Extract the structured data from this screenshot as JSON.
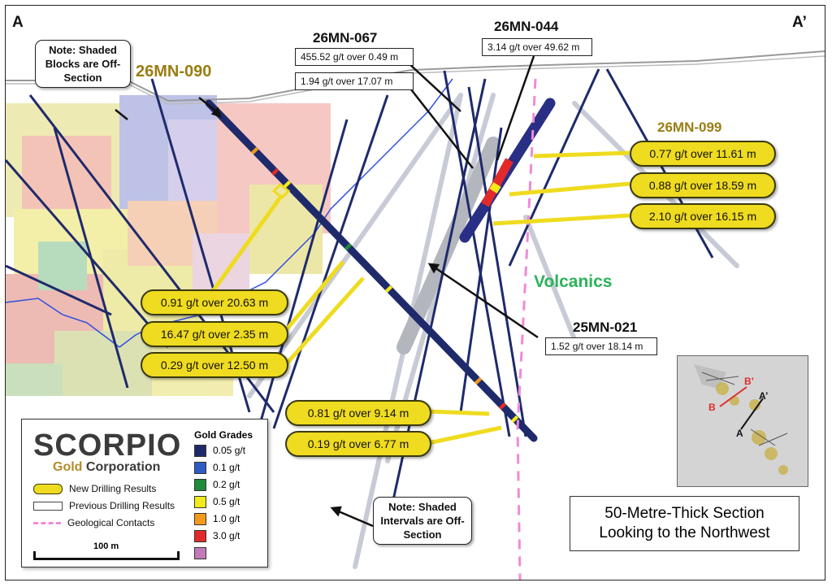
{
  "section": {
    "start_label": "A",
    "end_label": "A’",
    "note_blocks": "Note: Shaded Blocks are Off-Section",
    "note_intervals": "Note: Shaded Intervals are Off-Section",
    "lithology": "Volcanics",
    "view_line1": "50-Metre-Thick Section",
    "view_line2": "Looking to the Northwest"
  },
  "holes": {
    "h090": "26MN-090",
    "h067": "26MN-067",
    "h044": "26MN-044",
    "h099": "26MN-099",
    "h021": "25MN-021"
  },
  "previous_results": {
    "mn067_a": "455.52 g/t over 0.49 m",
    "mn067_b": "1.94 g/t over 17.07 m",
    "mn044": "3.14 g/t over 49.62 m",
    "mn021": "1.52 g/t over 18.14 m"
  },
  "new_results": {
    "r1": "0.77 g/t over 11.61 m",
    "r2": "0.88 g/t over 18.59 m",
    "r3": "2.10 g/t over 16.15 m",
    "r4": "0.91 g/t over 20.63 m",
    "r5": "16.47 g/t over 2.35 m",
    "r6": "0.29 g/t over 12.50 m",
    "r7": "0.81 g/t over 9.14 m",
    "r8": "0.19 g/t over 6.77 m"
  },
  "legend": {
    "company": "SCORPIO",
    "company_sub_a": "Gold",
    "company_sub_b": " Corporation",
    "new_drilling": "New Drilling Results",
    "previous_drilling": "Previous Drilling Results",
    "contacts": "Geological Contacts",
    "scale": "100 m",
    "grades_title": "Gold Grades",
    "grades": [
      {
        "label": "0.05 g/t",
        "color": "#1f2a6b"
      },
      {
        "label": "0.1  g/t",
        "color": "#2f5cc4"
      },
      {
        "label": "0.2  g/t",
        "color": "#1f8a3a"
      },
      {
        "label": "0.5  g/t",
        "color": "#f2ea1a"
      },
      {
        "label": "1.0  g/t",
        "color": "#f39a1a"
      },
      {
        "label": "3.0  g/t",
        "color": "#e22a2a"
      },
      {
        "label": "",
        "color": "#c47ab8"
      }
    ],
    "new_color": "#efdb1f",
    "contact_color": "#f08ad8"
  },
  "inset": {
    "a": "A",
    "a_prime": "A’",
    "b": "B",
    "b_prime": "B’"
  }
}
